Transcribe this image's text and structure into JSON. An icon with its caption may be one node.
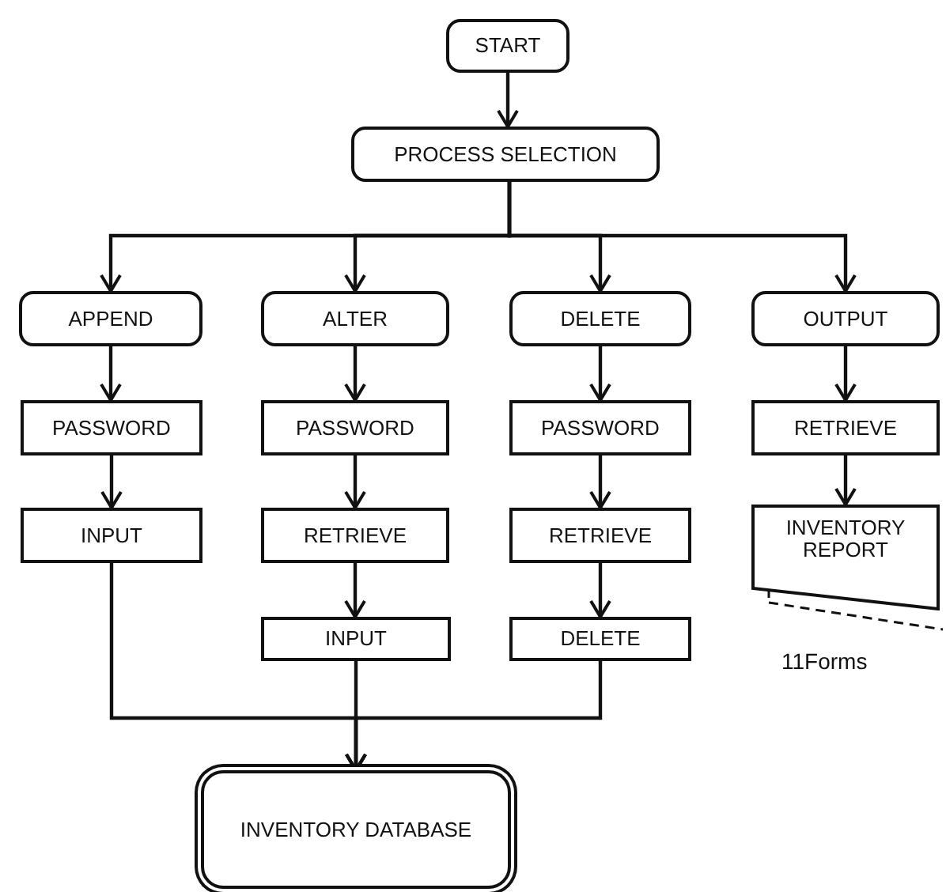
{
  "diagram": {
    "nodes": [
      {
        "text": [
          "START"
        ]
      },
      {
        "text": [
          "PROCESS SELECTION"
        ]
      },
      {
        "text": [
          "APPEND"
        ]
      },
      {
        "text": [
          "ALTER"
        ]
      },
      {
        "text": [
          "DELETE"
        ]
      },
      {
        "text": [
          "OUTPUT"
        ]
      },
      {
        "text": [
          "PASSWORD"
        ]
      },
      {
        "text": [
          "PASSWORD"
        ]
      },
      {
        "text": [
          "PASSWORD"
        ]
      },
      {
        "text": [
          "RETRIEVE"
        ]
      },
      {
        "text": [
          "INPUT"
        ]
      },
      {
        "text": [
          "RETRIEVE"
        ]
      },
      {
        "text": [
          "RETRIEVE"
        ]
      },
      {
        "text": [
          "INVENTORY REPORT"
        ]
      },
      {
        "text": [
          "INPUT"
        ]
      },
      {
        "text": [
          "DELETE"
        ]
      },
      {
        "text": [
          "INVENTORY DATABASE"
        ]
      }
    ],
    "edges": [
      {
        "from": 0,
        "to": 1,
        "arrow": "to"
      },
      {
        "from": 1,
        "to": 2,
        "arrow": "to"
      },
      {
        "from": 1,
        "to": 3,
        "arrow": "to"
      },
      {
        "from": 1,
        "to": 4,
        "arrow": "to"
      },
      {
        "from": 1,
        "to": 5,
        "arrow": "to"
      },
      {
        "from": 2,
        "to": 6,
        "arrow": "to"
      },
      {
        "from": 3,
        "to": 7,
        "arrow": "to"
      },
      {
        "from": 4,
        "to": 8,
        "arrow": "to"
      },
      {
        "from": 5,
        "to": 9,
        "arrow": "to"
      },
      {
        "from": 6,
        "to": 10,
        "arrow": "to"
      },
      {
        "from": 7,
        "to": 11,
        "arrow": "to"
      },
      {
        "from": 8,
        "to": 12,
        "arrow": "to"
      },
      {
        "from": 9,
        "to": 13,
        "arrow": "to"
      },
      {
        "from": 11,
        "to": 14,
        "arrow": "to"
      },
      {
        "from": 12,
        "to": 15,
        "arrow": "to"
      },
      {
        "from": 10,
        "to": 16,
        "arrow": "to"
      },
      {
        "from": 14,
        "to": 16,
        "arrow": "to"
      },
      {
        "from": 15,
        "to": 16,
        "arrow": "to"
      }
    ],
    "labels": [
      "11Forms"
    ]
  }
}
